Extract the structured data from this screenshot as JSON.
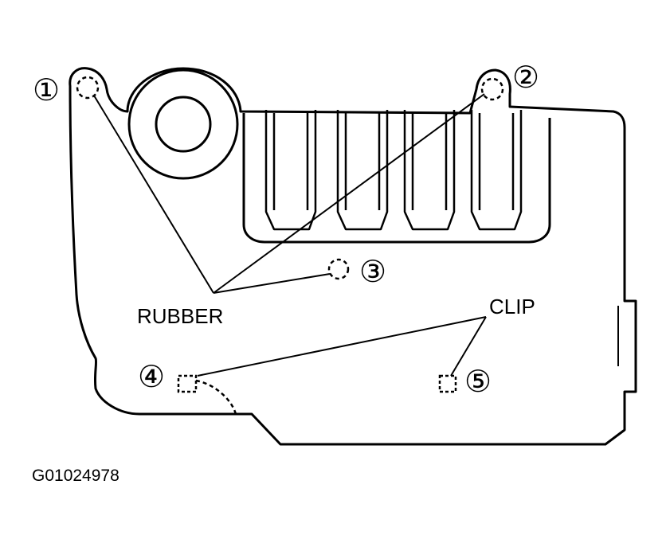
{
  "callouts": [
    {
      "number": "1",
      "glyph": "①"
    },
    {
      "number": "2",
      "glyph": "②"
    },
    {
      "number": "3",
      "glyph": "③"
    },
    {
      "number": "4",
      "glyph": "④"
    },
    {
      "number": "5",
      "glyph": "⑤"
    }
  ],
  "labels": {
    "rubber": "RUBBER",
    "clip": "CLIP"
  },
  "reference_code": "G01024978",
  "colors": {
    "line": "#000000",
    "background": "#ffffff"
  }
}
